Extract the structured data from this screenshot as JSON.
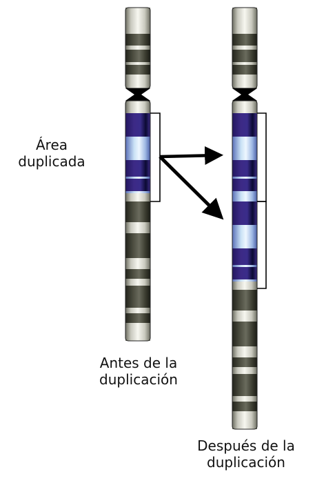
{
  "labels": {
    "duplicated_area": [
      "Área",
      "duplicada"
    ],
    "before": [
      "Antes de la",
      "duplicación"
    ],
    "after": [
      "Después de la",
      "duplicación"
    ]
  },
  "colors": {
    "light_band": "#c9c9be",
    "dark_band": "#4b4c3f",
    "centromere": "#000000",
    "duplicated_dark": "#3c2a86",
    "duplicated_light": "#c9e1f5",
    "bracket": "#000000",
    "arrow": "#000000"
  },
  "icons": [
    "arrow-icon",
    "bracket-icon",
    "centromere-icon"
  ]
}
